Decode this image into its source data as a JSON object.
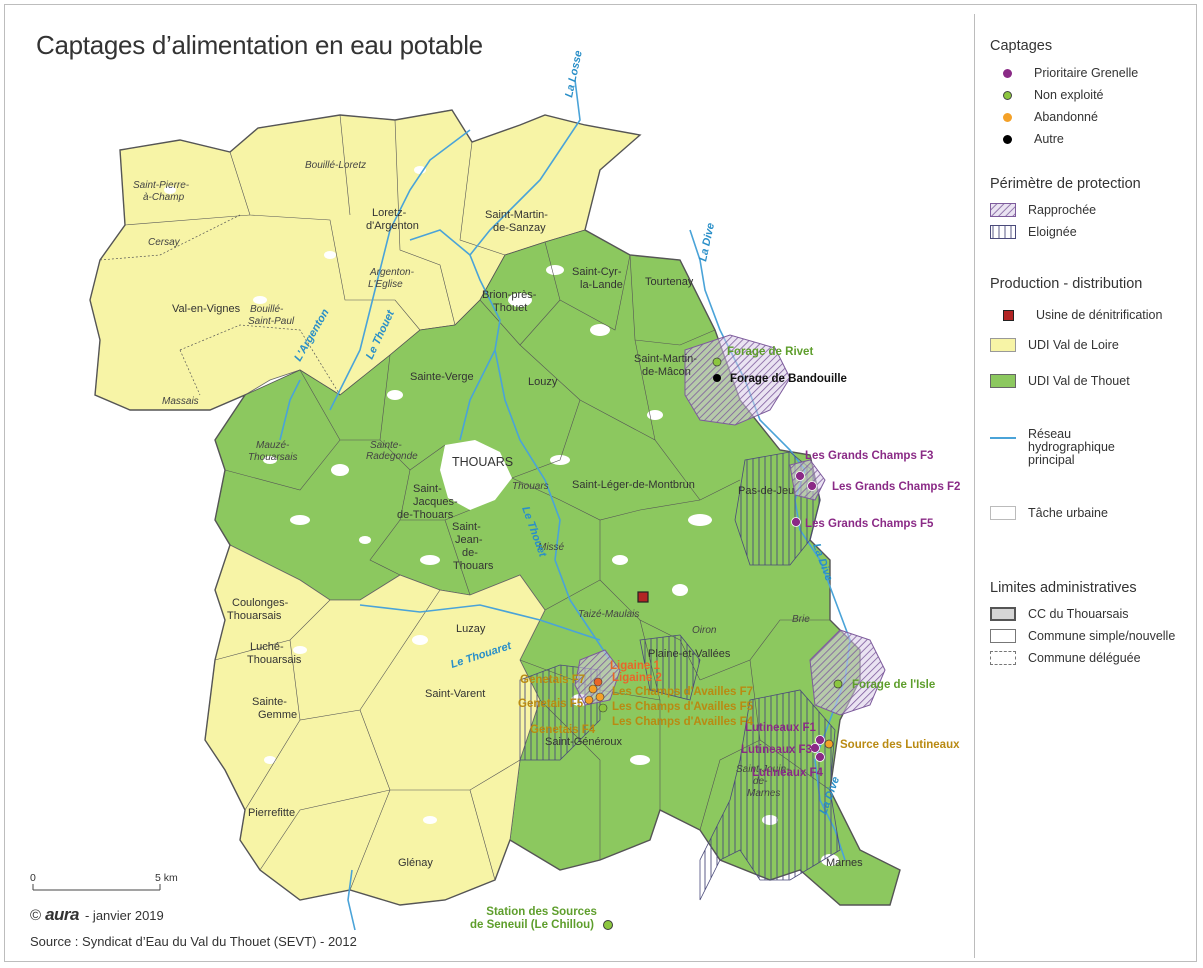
{
  "title": "Captages d’alimentation en eau potable",
  "legend": {
    "captages": {
      "heading": "Captages",
      "items": [
        {
          "label": "Prioritaire Grenelle",
          "color": "#8a2a86"
        },
        {
          "label": "Non exploité",
          "color": "#8cc63f"
        },
        {
          "label": "Abandonné",
          "color": "#f4a128"
        },
        {
          "label": "Autre",
          "color": "#000000"
        }
      ]
    },
    "perimetre": {
      "heading": "Périmètre de protection",
      "items": [
        {
          "label": "Rapprochée",
          "pattern": "diagonal-purple"
        },
        {
          "label": "Eloignée",
          "pattern": "vertical-lines"
        }
      ]
    },
    "production": {
      "heading": "Production - distribution",
      "items": [
        {
          "label": "Usine de dénitrification",
          "color": "#b22424"
        },
        {
          "label": "UDI Val de Loire",
          "color": "#f7f4a6"
        },
        {
          "label": "UDI Val de Thouet",
          "color": "#8cc85f"
        },
        {
          "label": "Réseau hydrographique principal",
          "color": "#4aa3d8"
        },
        {
          "label": "Tâche urbaine",
          "color": "#ffffff"
        }
      ]
    },
    "limites": {
      "heading": "Limites administratives",
      "items": [
        {
          "label": "CC du Thouarsais"
        },
        {
          "label": "Commune simple/nouvelle"
        },
        {
          "label": "Commune déléguée"
        }
      ]
    }
  },
  "scale": {
    "zero": "0",
    "end": "5 km"
  },
  "credit": {
    "logo": "aura",
    "date": "- janvier 2019"
  },
  "source": "Source :  Syndicat d’Eau du Val du Thouet (SEVT) - 2012",
  "station": {
    "line1": "Station des Sources",
    "line2": "de Seneuil (Le Chillou)"
  },
  "communes": {
    "saint_pierre": [
      "Saint-Pierre-",
      "à-Champ"
    ],
    "bouille_loretz": "Bouillé-Loretz",
    "cersay": "Cersay",
    "loretz": [
      "Loretz-",
      "d'Argenton"
    ],
    "argenton_eglise": [
      "Argenton-",
      "L'Eglise"
    ],
    "saint_martin_sanzay": [
      "Saint-Martin-",
      "de-Sanzay"
    ],
    "saint_cyr": [
      "Saint-Cyr-",
      "la-Lande"
    ],
    "tourtenay": "Tourtenay",
    "val_en_vignes": "Val-en-Vignes",
    "bouille_saint_paul": [
      "Bouillé-",
      "Saint-Paul"
    ],
    "brion": [
      "Brion-près-",
      "Thouet"
    ],
    "saint_martin_macon": [
      "Saint-Martin-",
      "de-Mâcon"
    ],
    "massais": "Massais",
    "sainte_verge": "Sainte-Verge",
    "louzy": "Louzy",
    "mauze": [
      "Mauzé-",
      "Thouarsais"
    ],
    "sainte_radegonde": [
      "Sainte-",
      "Radegonde"
    ],
    "thouars": "THOUARS",
    "thouars_small": "Thouars",
    "saint_leger": "Saint-Léger-de-Montbrun",
    "pas_de_jeu": "Pas-de-Jeu",
    "saint_jacques": [
      "Saint-",
      "Jacques-",
      "de-Thouars"
    ],
    "saint_jean": [
      "Saint-",
      "Jean-",
      "de-",
      "Thouars"
    ],
    "missé": "Missé",
    "coulonges": [
      "Coulonges-",
      "Thouarsais"
    ],
    "taize": "Taizé-Maulais",
    "oiron": "Oiron",
    "brie": "Brie",
    "luzay": "Luzay",
    "luche": [
      "Luché-",
      "Thouarsais"
    ],
    "plaine_vallees": "Plaine-et-Vallées",
    "sainte_gemme": [
      "Sainte-",
      "Gemme"
    ],
    "saint_varent": "Saint-Varent",
    "saint_generoux": "Saint-Généroux",
    "saint_jouin": [
      "Saint-Jouin-",
      "de-",
      "Marnes"
    ],
    "pierrefitte": "Pierrefitte",
    "glenay": "Glénay",
    "marnes": "Marnes"
  },
  "rivers": {
    "losse": "La Losse",
    "dive_n": "La Dive",
    "dive_m": "La Dive",
    "dive_s": "La Dive",
    "argenton": "L'Argenton",
    "thouet": "Le Thouet",
    "thouet2": "Le Thouet",
    "thouaret": "Le Thouaret"
  },
  "captages": {
    "forage_rivet": "Forage de Rivet",
    "forage_bandouille": "Forage de Bandouille",
    "gc_f3": "Les Grands Champs F3",
    "gc_f2": "Les Grands Champs F2",
    "gc_f5": "Les Grands Champs F5",
    "forage_isle": "Forage de l'Isle",
    "lutineaux_f1": "Lutineaux F1",
    "lutineaux_f3": "Lutineaux F3",
    "lutineaux_f4": "Lutineaux F4",
    "source_lutineaux": "Source des Lutineaux",
    "ligaine1": "Ligaine 1",
    "ligaine2": "Ligaine 2",
    "genetais_f7": "Genetais F7",
    "genetais_f5": "Genetais F5",
    "genetais_f4": "Genetais F4",
    "champs_f7": "Les Champs d'Availles F7",
    "champs_f5": "Les Champs d'Availles F5",
    "champs_f4": "Les Champs d'Availles F4"
  }
}
